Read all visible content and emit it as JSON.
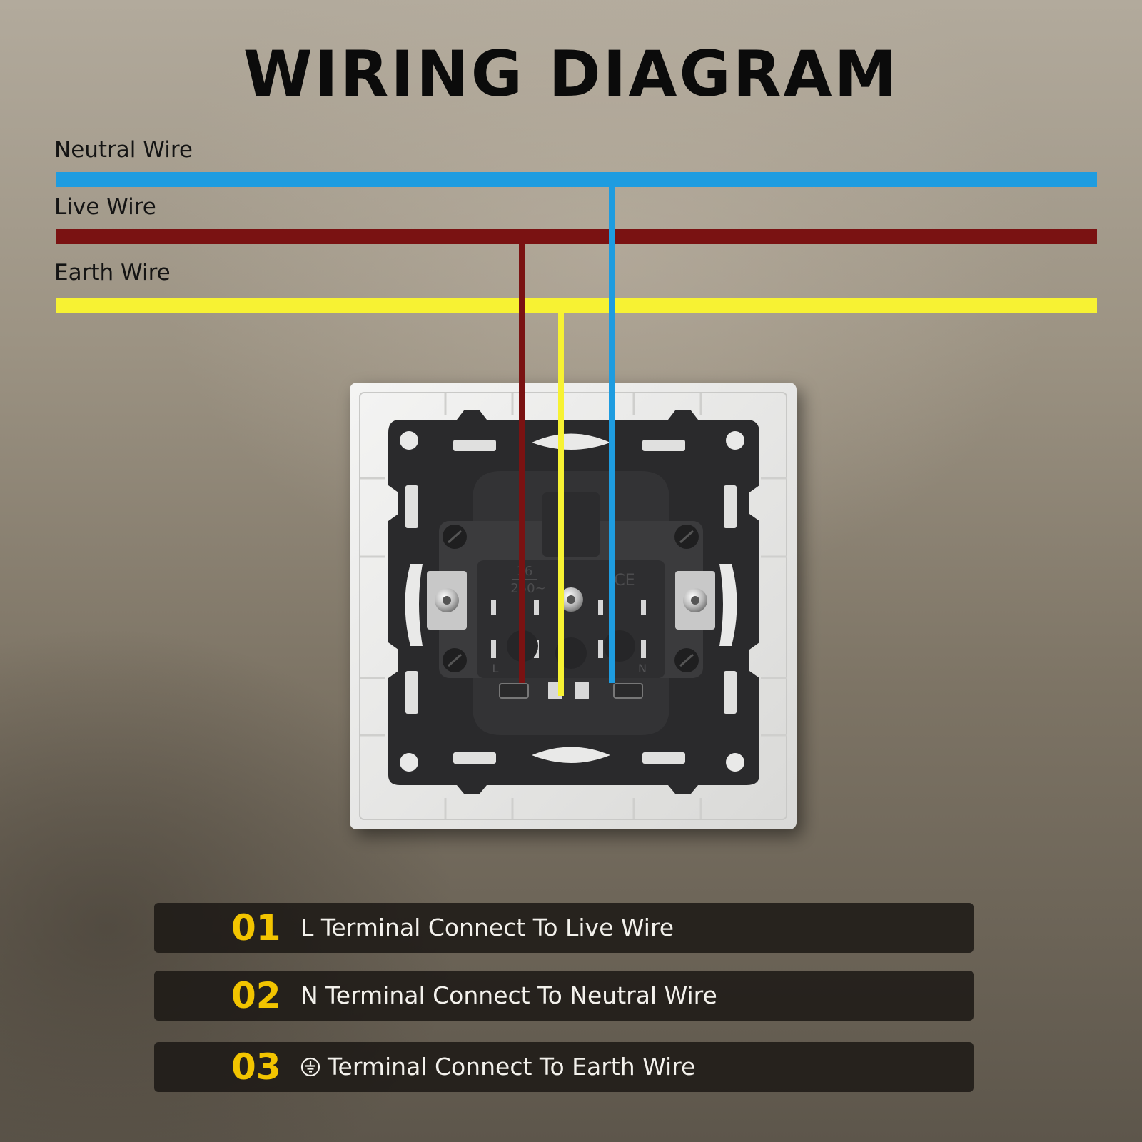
{
  "title": "WIRING DIAGRAM",
  "wires": {
    "neutral": {
      "label": "Neutral Wire",
      "color": "#1e9ce0"
    },
    "live": {
      "label": "Live Wire",
      "color": "#7a1212"
    },
    "earth": {
      "label": "Earth Wire",
      "color": "#f7f233"
    }
  },
  "socket": {
    "rating_top": "16",
    "rating_bottom": "250~",
    "mark": "CE",
    "terminal_l": "L",
    "terminal_n": "N"
  },
  "steps": [
    {
      "number": "01",
      "text": "L Terminal Connect To Live Wire",
      "icon": ""
    },
    {
      "number": "02",
      "text": "N Terminal Connect To Neutral Wire",
      "icon": ""
    },
    {
      "number": "03",
      "text": "Terminal Connect To Earth Wire",
      "icon": "earth-ground-icon"
    }
  ]
}
